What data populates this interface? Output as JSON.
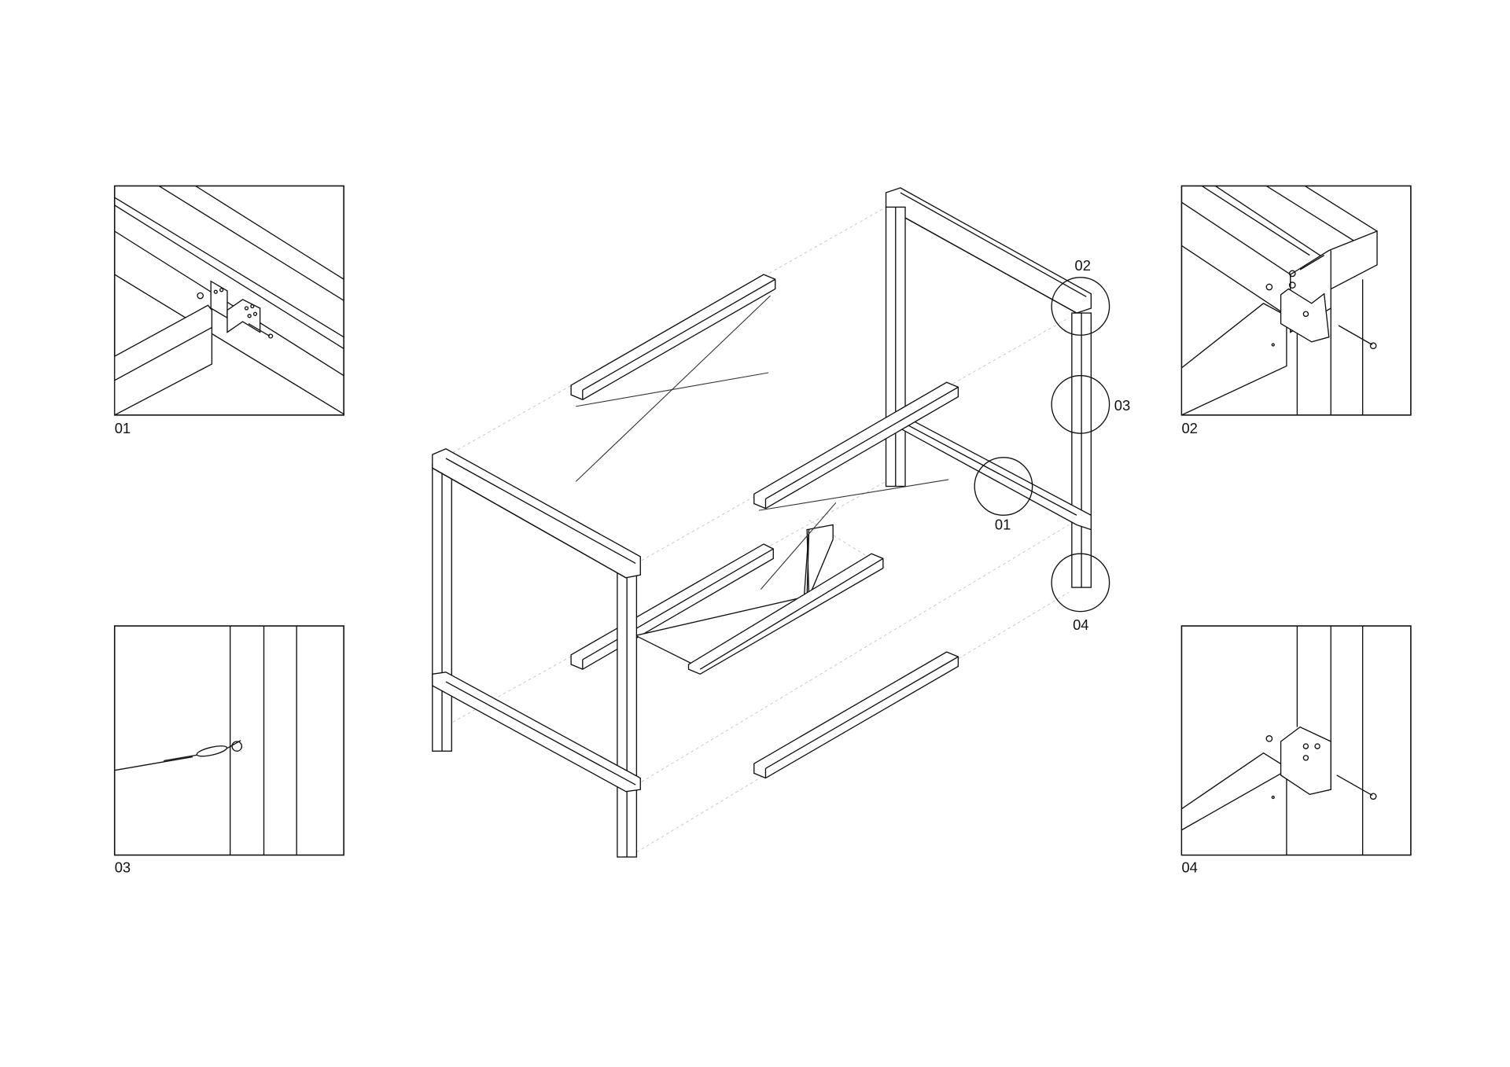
{
  "drawing": {
    "detail_views": [
      {
        "id": "01",
        "label": "01"
      },
      {
        "id": "02",
        "label": "02"
      },
      {
        "id": "03",
        "label": "03"
      },
      {
        "id": "04",
        "label": "04"
      }
    ],
    "callouts": [
      {
        "id": "01",
        "label": "01"
      },
      {
        "id": "02",
        "label": "02"
      },
      {
        "id": "03",
        "label": "03"
      },
      {
        "id": "04",
        "label": "04"
      }
    ],
    "line_color": "#111111",
    "guide_color": "#c8c8c8"
  }
}
